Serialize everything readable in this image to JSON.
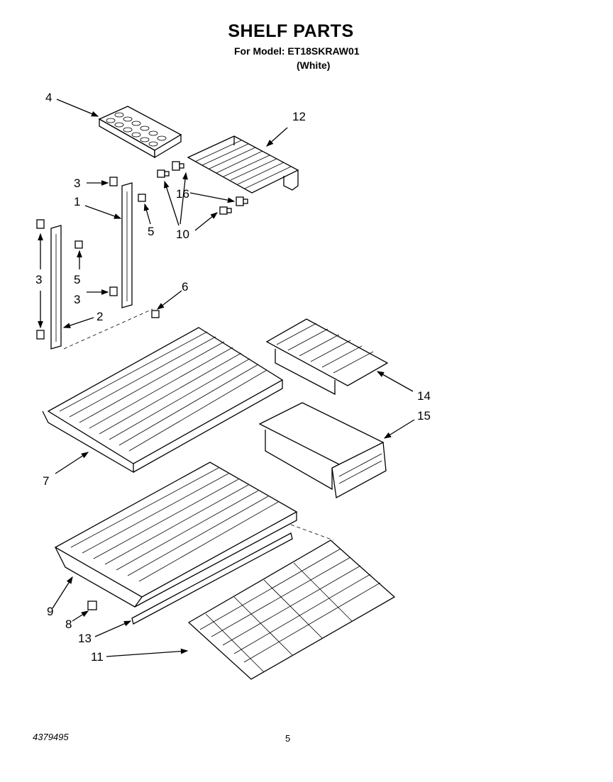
{
  "header": {
    "title": "SHELF PARTS",
    "model": "For Model: ET18SKRAW01",
    "variant": "(White)"
  },
  "footer": {
    "doc_number": "4379495",
    "page": "5"
  },
  "callouts": [
    "4",
    "12",
    "3",
    "1",
    "5",
    "16",
    "10",
    "3",
    "5",
    "3",
    "6",
    "2",
    "14",
    "15",
    "7",
    "9",
    "8",
    "13",
    "11"
  ]
}
